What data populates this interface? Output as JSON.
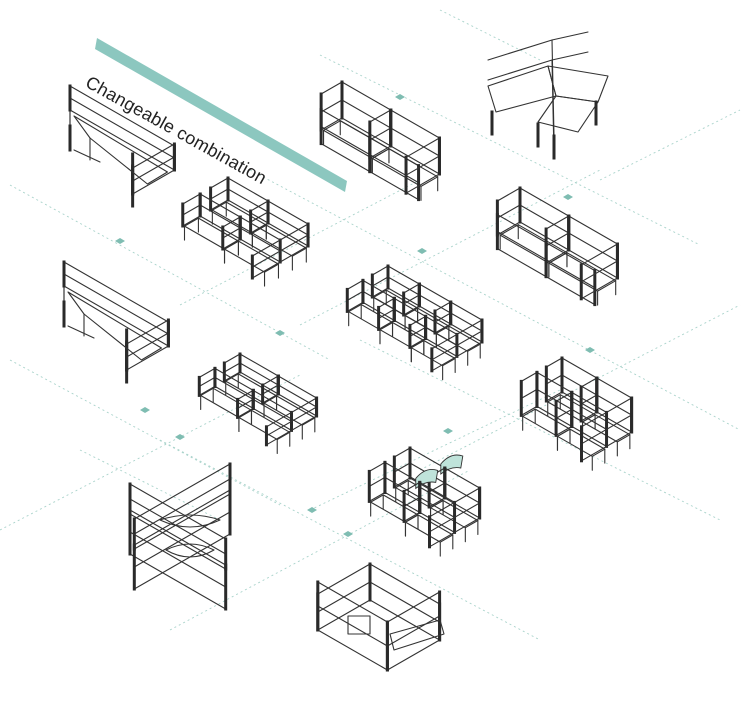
{
  "title": "Changeable combination",
  "colors": {
    "accent_band": "#8cc7bf",
    "line": "#333333",
    "guide": "#a9d3cb",
    "glass": "#bfe3da"
  },
  "layouts": [
    {
      "id": "u-shape-executive",
      "type": "u-shape"
    },
    {
      "id": "two-pod-row",
      "type": "row-2"
    },
    {
      "id": "three-way-y-star",
      "type": "y-star"
    },
    {
      "id": "two-by-two-cluster",
      "type": "cluster-4"
    },
    {
      "id": "two-pod-tall",
      "type": "row-2"
    },
    {
      "id": "l-shape-executive",
      "type": "l-shape"
    },
    {
      "id": "four-pod-cluster",
      "type": "cluster-4"
    },
    {
      "id": "double-l-workstation",
      "type": "l-double"
    },
    {
      "id": "tall-shelf-pod",
      "type": "cluster-4"
    },
    {
      "id": "cross-cluster",
      "type": "cross"
    },
    {
      "id": "glass-divider-pod",
      "type": "cluster-4-glass"
    },
    {
      "id": "enclosed-office",
      "type": "enclosed"
    }
  ]
}
